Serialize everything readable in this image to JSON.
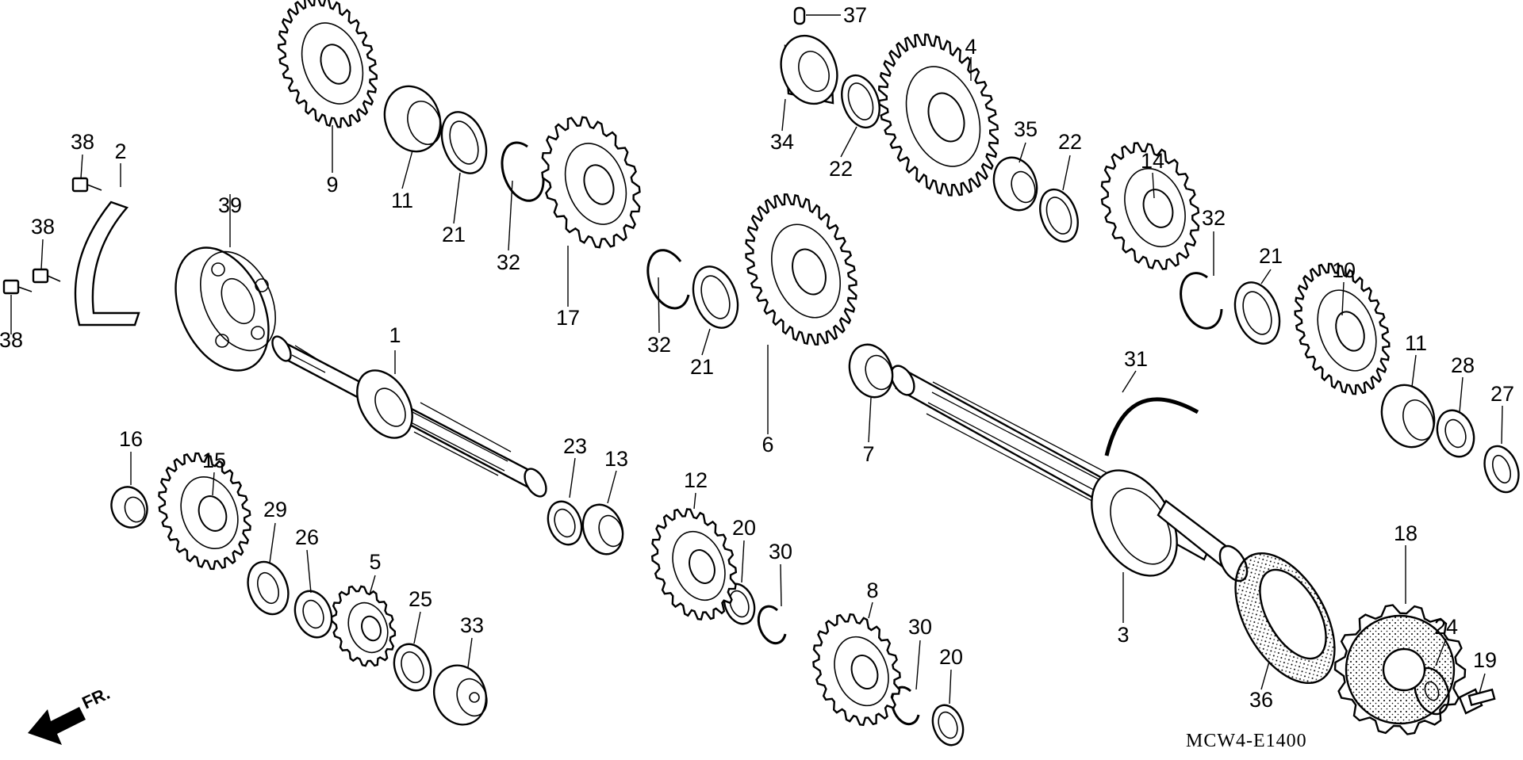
{
  "diagram": {
    "code": "MCW4-E1400",
    "direction_mark": "FR.",
    "arrow_icon": "front-arrow-icon"
  },
  "labels": [
    {
      "id": "p1",
      "text": "1"
    },
    {
      "id": "p2",
      "text": "2"
    },
    {
      "id": "p3",
      "text": "3"
    },
    {
      "id": "p4",
      "text": "4"
    },
    {
      "id": "p5",
      "text": "5"
    },
    {
      "id": "p6",
      "text": "6"
    },
    {
      "id": "p7",
      "text": "7"
    },
    {
      "id": "p8",
      "text": "8"
    },
    {
      "id": "p9",
      "text": "9"
    },
    {
      "id": "p10",
      "text": "10"
    },
    {
      "id": "p11a",
      "text": "11"
    },
    {
      "id": "p11b",
      "text": "11"
    },
    {
      "id": "p12",
      "text": "12"
    },
    {
      "id": "p13",
      "text": "13"
    },
    {
      "id": "p14",
      "text": "14"
    },
    {
      "id": "p15",
      "text": "15"
    },
    {
      "id": "p16",
      "text": "16"
    },
    {
      "id": "p17",
      "text": "17"
    },
    {
      "id": "p18",
      "text": "18"
    },
    {
      "id": "p19",
      "text": "19"
    },
    {
      "id": "p20a",
      "text": "20"
    },
    {
      "id": "p20b",
      "text": "20"
    },
    {
      "id": "p21a",
      "text": "21"
    },
    {
      "id": "p21b",
      "text": "21"
    },
    {
      "id": "p21c",
      "text": "21"
    },
    {
      "id": "p22a",
      "text": "22"
    },
    {
      "id": "p22b",
      "text": "22"
    },
    {
      "id": "p23",
      "text": "23"
    },
    {
      "id": "p24",
      "text": "24"
    },
    {
      "id": "p25",
      "text": "25"
    },
    {
      "id": "p26",
      "text": "26"
    },
    {
      "id": "p27",
      "text": "27"
    },
    {
      "id": "p28",
      "text": "28"
    },
    {
      "id": "p29",
      "text": "29"
    },
    {
      "id": "p30a",
      "text": "30"
    },
    {
      "id": "p30b",
      "text": "30"
    },
    {
      "id": "p31",
      "text": "31"
    },
    {
      "id": "p32a",
      "text": "32"
    },
    {
      "id": "p32b",
      "text": "32"
    },
    {
      "id": "p32c",
      "text": "32"
    },
    {
      "id": "p33",
      "text": "33"
    },
    {
      "id": "p34",
      "text": "34"
    },
    {
      "id": "p35",
      "text": "35"
    },
    {
      "id": "p36",
      "text": "36"
    },
    {
      "id": "p37",
      "text": "37"
    },
    {
      "id": "p38a",
      "text": "38"
    },
    {
      "id": "p38b",
      "text": "38"
    },
    {
      "id": "p38c",
      "text": "38"
    },
    {
      "id": "p39",
      "text": "39"
    }
  ]
}
